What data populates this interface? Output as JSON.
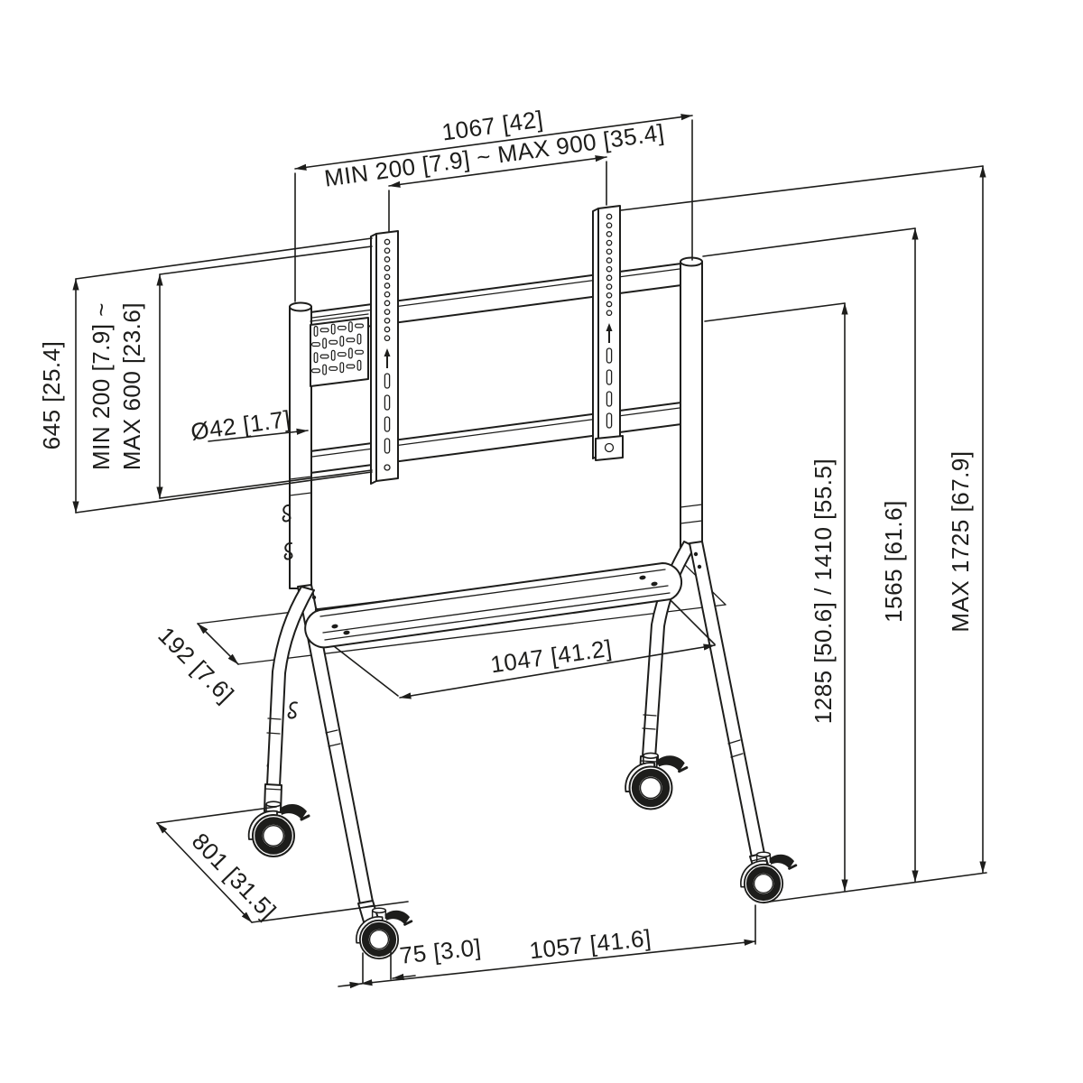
{
  "drawing": {
    "kind": "technical-dimension-drawing",
    "subject": "Mobile TV floor stand with shelf and locking casters",
    "units": "mm [inch]",
    "line_color": "#1d1d1b",
    "background_color": "#ffffff"
  },
  "dimensions": {
    "frame_width": "1067 [42]",
    "vesa_width_range": "MIN 200 [7.9] ~ MAX 900 [35.4]",
    "bracket_height": "645 [25.4]",
    "vesa_height_range_line1": "MIN 200 [7.9] ~",
    "vesa_height_range_line2": "MAX 600 [23.6]",
    "tube_diameter": "Ø42 [1.7]",
    "shelf_depth": "192 [7.6]",
    "shelf_width": "1047 [41.2]",
    "display_mount_heights": "1285 [50.6] / 1410 [55.5]",
    "frame_height": "1565 [61.6]",
    "max_height": "MAX 1725 [67.9]",
    "base_depth": "801 [31.5]",
    "caster_diameter": "75 [3.0]",
    "base_width": "1057 [41.6]"
  }
}
